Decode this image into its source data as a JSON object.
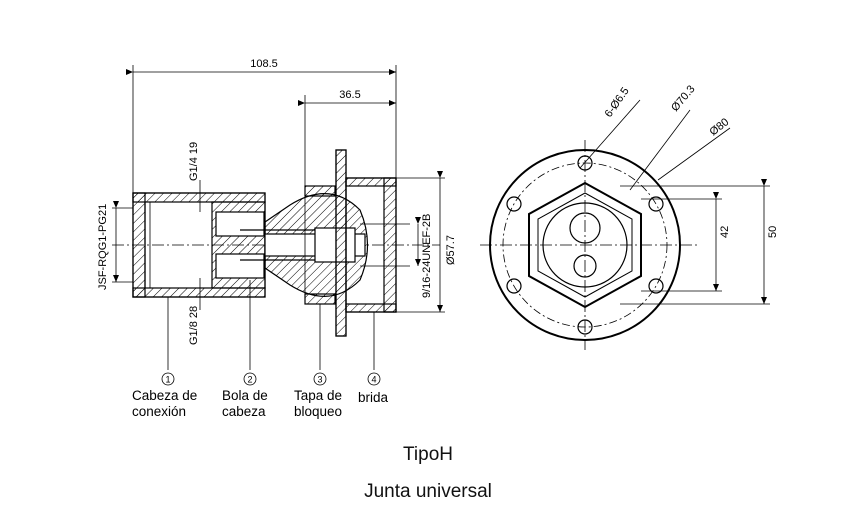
{
  "dimensions": {
    "overall_length": "108.5",
    "flange_length": "36.5",
    "port_top": "G1/4 19",
    "port_bottom": "G1/8 28",
    "inlet_thread": "JSF-RQG1-PG21",
    "outlet_thread": "9/16-24UNEF-2B",
    "body_diameter": "Ø57.7",
    "hole_pattern": "6-Ø6.5",
    "bolt_circle": "Ø70.3",
    "flange_diameter": "Ø80",
    "hex_height": "42",
    "flange_height": "50"
  },
  "parts": [
    {
      "number": "1",
      "line1": "Cabeza de",
      "line2": "conexión"
    },
    {
      "number": "2",
      "line1": "Bola de",
      "line2": "cabeza"
    },
    {
      "number": "3",
      "line1": "Tapa de",
      "line2": "bloqueo"
    },
    {
      "number": "4",
      "line1": "brida",
      "line2": ""
    }
  ],
  "caption": {
    "type": "TipoH",
    "name": "Junta universal"
  }
}
